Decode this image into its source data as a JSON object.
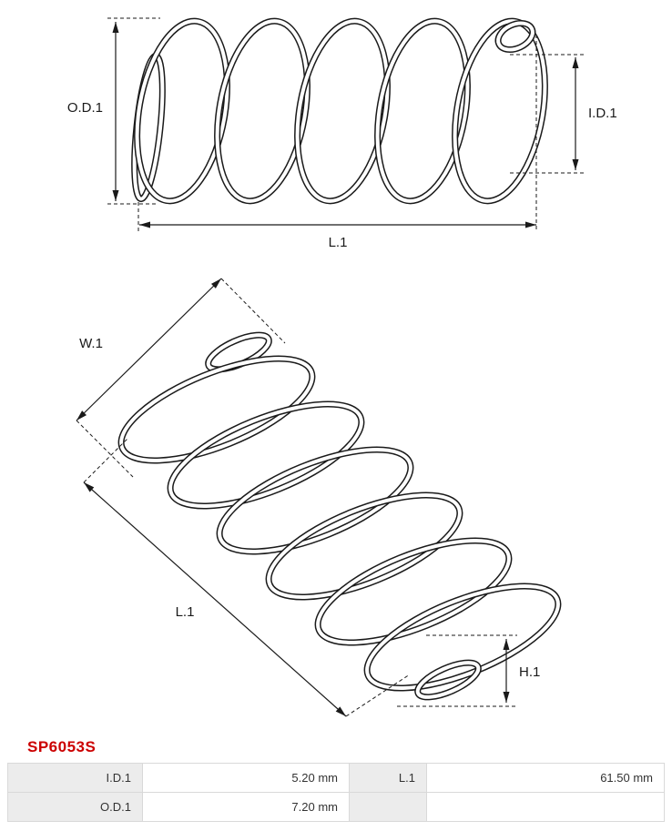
{
  "part_number": {
    "text": "SP6053S",
    "color": "#cc0000"
  },
  "diagram": {
    "line_color": "#1a1a1a",
    "side_view": {
      "od_label": "O.D.1",
      "id_label": "I.D.1",
      "length_label": "L.1"
    },
    "iso_view": {
      "width_label": "W.1",
      "length_label": "L.1",
      "height_label": "H.1"
    }
  },
  "spec_table": {
    "label_bg": "#ececec",
    "border_color": "#d9d9d9",
    "rows": [
      {
        "label1": "I.D.1",
        "value1": "5.20 mm",
        "label2": "L.1",
        "value2": "61.50 mm"
      },
      {
        "label1": "O.D.1",
        "value1": "7.20 mm",
        "label2": "",
        "value2": ""
      }
    ]
  }
}
